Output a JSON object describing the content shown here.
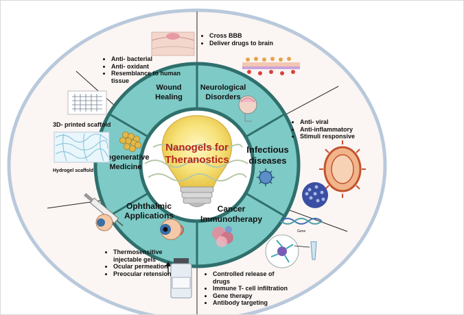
{
  "hub": {
    "line1": "Nanogels for",
    "line2": "Theranostics"
  },
  "segments": {
    "wound_healing": [
      "Wound",
      "Healing"
    ],
    "neurological": [
      "Neurological",
      "Disorders"
    ],
    "infectious": [
      "Infectious",
      "diseases"
    ],
    "cancer": [
      "Cancer",
      "Immunotherapy"
    ],
    "ophthalmic": [
      "Ophthalmic",
      "Applications"
    ],
    "regenerative": [
      "Regenerative",
      "Medicine"
    ]
  },
  "bullets": {
    "wound_healing": [
      "Anti- bacterial",
      "Anti- oxidant",
      "Resemblance to human tissue"
    ],
    "neurological": [
      "Cross BBB",
      "Deliver drugs to brain"
    ],
    "infectious": [
      "Anti- viral",
      "Anti-inflammatory",
      "Stimuli responsive"
    ],
    "cancer": [
      "Controlled release of drugs",
      "Immune T- cell infiltration",
      "Gene therapy",
      "Antibody targeting"
    ],
    "ophthalmic": [
      "Thermosensitive injectable gels",
      "Ocular permeation",
      "Preocular retension"
    ]
  },
  "labels": {
    "printed_scaffold": "3D- printed scaffold",
    "hydrogel_scaffold": "Hydrogel scaffold",
    "gene": "Gene"
  },
  "colors": {
    "teal": "#7ecac6",
    "teal_dark": "#2f6f6c",
    "hub_text": "#b3261e",
    "outer_ring": "#b9c9dc",
    "outer_fill": "#fbf5f3"
  }
}
